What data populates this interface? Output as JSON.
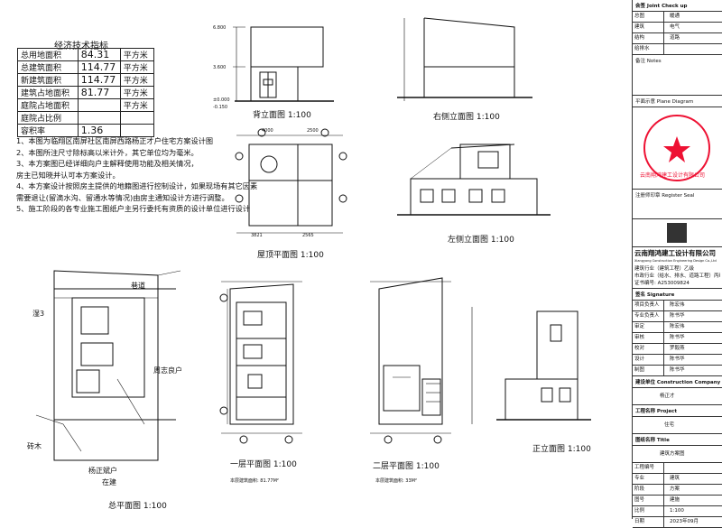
{
  "indicators": {
    "title": "经济技术指标",
    "rows": [
      {
        "label": "总用地面积",
        "value": "84.31",
        "unit": "平方米"
      },
      {
        "label": "总建筑面积",
        "value": "114.77",
        "unit": "平方米"
      },
      {
        "label": "新建筑面积",
        "value": "114.77",
        "unit": "平方米"
      },
      {
        "label": "建筑占地面积",
        "value": "81.77",
        "unit": "平方米"
      },
      {
        "label": "庭院占地面积",
        "value": "",
        "unit": "平方米"
      },
      {
        "label": "庭院占比例",
        "value": "",
        "unit": ""
      },
      {
        "label": "容积率",
        "value": "1.36",
        "unit": ""
      }
    ]
  },
  "notes": [
    "1、本图为临翔区南屏社区南屏西路杨正才户住宅方案设计图",
    "2、本图所注尺寸除标高以米计外，其它单位均为毫米。",
    "3、本方案图已经详细向户主解释使用功能及相关情况，",
    "    房主已知晓并认可本方案设计。",
    "4、本方案设计按照房主提供的地籍图进行控制设计，如果现场有其它因素",
    "    需要退让(留滴水沟、留通水等情况)由房主通知设计方进行调整。",
    "5、施工阶段的各专业施工图纸户主另行委托有资质的设计单位进行设计"
  ],
  "captions": {
    "back": "背立面图 1:100",
    "right": "右侧立面图 1:100",
    "roof": "屋顶平面图 1:100",
    "left": "左侧立面图 1:100",
    "site": "总平面图 1:100",
    "floor1": "一层平面图 1:100",
    "floor2": "二层平面图 1:100",
    "front": "正立面图 1:100"
  },
  "site_labels": {
    "alley": "巷道",
    "neighbor1": "周志良户",
    "neighbor2": "杨正斌户",
    "existing": "在建",
    "house3": "湿3",
    "house_k": "砖木"
  },
  "floor_areas": {
    "f1": "本层建筑面积: 81.77M²",
    "f2": "本层建筑面积: 33M²"
  },
  "elev_marks": [
    "6.800",
    "3.600",
    "±0.000",
    "-0.150"
  ],
  "dims": [
    "4000",
    "2500",
    "3821",
    "2565"
  ],
  "title_block": {
    "section1": "会签 Joint Check up",
    "rows1": [
      [
        "总图",
        "暖通"
      ],
      [
        "建筑",
        "电气"
      ],
      [
        "结构",
        "道路"
      ],
      [
        "给排水",
        ""
      ]
    ],
    "remark": "备注 Notes",
    "plan_key": "平面示意 Plane Diagram",
    "seal_text": "云南翔鸿建工设计有限公司",
    "reg": "注册师印章 Register Seal",
    "company": "云南翔鸿建工设计有限公司",
    "company_en": "Xiangyong Construction Engineering Design Co.,Ltd",
    "qual": [
      "建筑行业（建筑工程）乙级",
      "市政行业（给水、排水、道路工程）丙级",
      "证书编号: A253009824"
    ],
    "signature": "签名 Signature",
    "staff": [
      [
        "项目负责人",
        "陈宏伟"
      ],
      [
        "专业负责人",
        "陈书华"
      ],
      [
        "审定",
        "陈宏伟"
      ],
      [
        "审核",
        "陈书华"
      ],
      [
        "校对",
        "罗毅燕"
      ],
      [
        "设计",
        "陈书华"
      ],
      [
        "制图",
        "陈书华"
      ]
    ],
    "construction": "建设单位 Construction Company",
    "owner": "杨正才",
    "project_label": "工程名称 Project",
    "project": "住宅",
    "drawing_label": "图纸名称 Title",
    "drawing": "建筑方案图",
    "meta": [
      [
        "工程编号",
        ""
      ],
      [
        "专业",
        "建筑"
      ],
      [
        "阶段",
        "方案"
      ],
      [
        "图号",
        "建施"
      ],
      [
        "比例",
        "1:100"
      ],
      [
        "日期",
        "2023年09月"
      ]
    ]
  }
}
